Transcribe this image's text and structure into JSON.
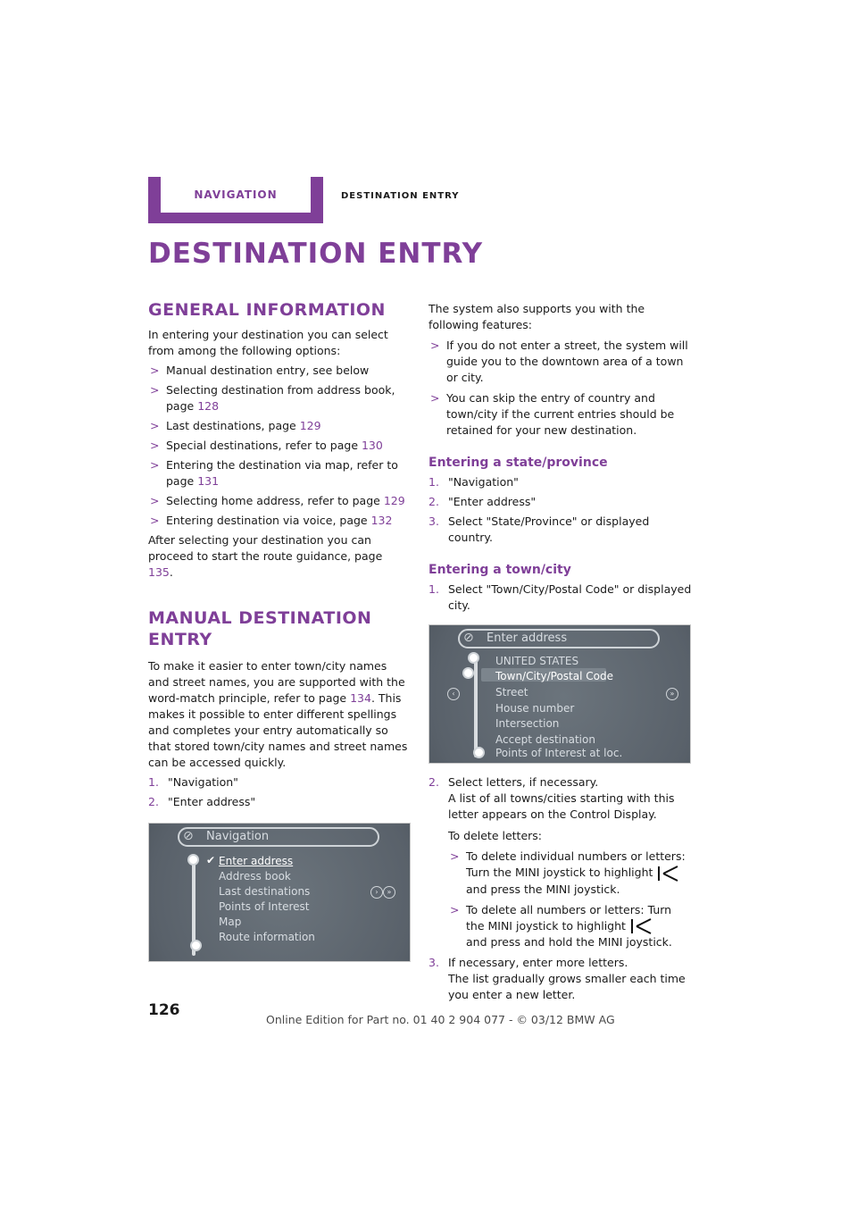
{
  "header": {
    "tab_label": "Navigation",
    "section_label": "Destination entry"
  },
  "page_title": "Destination entry",
  "general": {
    "heading": "General information",
    "intro": "In entering your destination you can select from among the following options:",
    "options": [
      {
        "text": "Manual destination entry, see below",
        "page": ""
      },
      {
        "text": "Selecting destination from address book, page ",
        "page": "128"
      },
      {
        "text": "Last destinations, page ",
        "page": "129"
      },
      {
        "text": "Special destinations, refer to page ",
        "page": "130"
      },
      {
        "text": "Entering the destination via map, refer to page ",
        "page": "131"
      },
      {
        "text": "Selecting home address, refer to page ",
        "page": "129"
      },
      {
        "text": "Entering destination via voice, page ",
        "page": "132"
      }
    ],
    "after_text": "After selecting your destination you can proceed to start the route guidance, page ",
    "after_page": "135",
    "after_end": "."
  },
  "manual": {
    "heading": "Manual destination entry",
    "text_a": "To make it easier to enter town/city names and street names, you are supported with the word-match principle, refer to page ",
    "text_page": "134",
    "text_b": ". This makes it possible to enter different spellings and completes your entry automatically so that stored town/city names and street names can be accessed quickly.",
    "steps": [
      {
        "n": "1.",
        "text": "\"Navigation\""
      },
      {
        "n": "2.",
        "text": "\"Enter address\""
      }
    ]
  },
  "screen1": {
    "title": "Navigation",
    "items": [
      "Enter address",
      "Address book",
      "Last destinations",
      "Points of Interest",
      "Map",
      "Route information"
    ]
  },
  "features": {
    "intro": "The system also supports you with the following features:",
    "items": [
      "If you do not enter a street, the system will guide you to the downtown area of a town or city.",
      "You can skip the entry of country and town/city if the current entries should be retained for your new destination."
    ]
  },
  "state": {
    "heading": "Entering a state/province",
    "steps": [
      {
        "n": "1.",
        "text": "\"Navigation\""
      },
      {
        "n": "2.",
        "text": "\"Enter address\""
      },
      {
        "n": "3.",
        "text": "Select \"State/Province\" or displayed country."
      }
    ]
  },
  "town": {
    "heading": "Entering a town/city",
    "step1_n": "1.",
    "step1": "Select \"Town/City/Postal Code\" or displayed city.",
    "step2_n": "2.",
    "step2_a": "Select letters, if necessary.",
    "step2_b": "A list of all towns/cities starting with this letter appears on the Control Display.",
    "delete_intro": "To delete letters:",
    "delete_items": [
      {
        "a": "To delete individual numbers or letters: Turn the MINI joystick to highlight",
        "b": "and press the MINI joystick."
      },
      {
        "a": "To delete all numbers or letters: Turn the MINI joystick to highlight",
        "b": "and press and hold the MINI joystick."
      }
    ],
    "step3_n": "3.",
    "step3_a": "If necessary, enter more letters.",
    "step3_b": "The list gradually grows smaller each time you enter a new letter."
  },
  "screen2": {
    "title": "Enter address",
    "items": [
      "UNITED STATES",
      "Town/City/Postal Code",
      "Street",
      "House number",
      "Intersection",
      "Accept destination",
      "Points of Interest at loc."
    ]
  },
  "page_number": "126",
  "footer": "Online Edition for Part no. 01 40 2 904 077 - © 03/12 BMW AG"
}
